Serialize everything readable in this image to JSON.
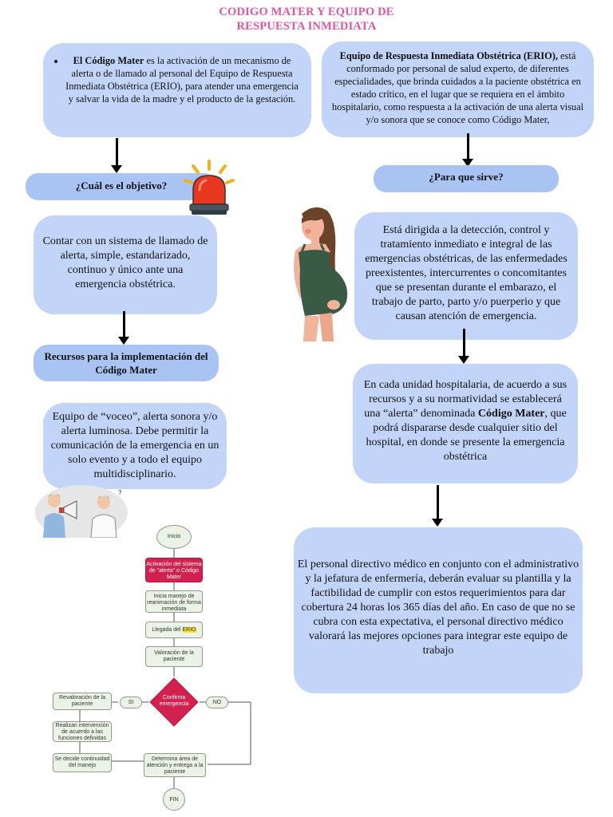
{
  "title": {
    "line1": "CODIGO MATER Y EQUIPO DE",
    "line2": "RESPUESTA INMEDIATA"
  },
  "left": {
    "definition": {
      "bold": "El Código Mater",
      "text": " es la activación de un mecanismo de alerta o de llamado al personal del Equipo de Respuesta Inmediata Obstétrica (ERIO), para atender una emergencia y salvar la vida de la madre y el producto de la gestación."
    },
    "objective_heading": "¿Cuál es el objetivo?",
    "objective_text": "Contar con un sistema de llamado de alerta, simple, estandarizado, continuo y único ante una emergencia obstétrica.",
    "resources_heading": "Recursos para la implementación del Código Mater",
    "resources_text": "Equipo de “voceo”, alerta sonora y/o alerta luminosa. Debe permitir la comunicación de la emergencia en un solo evento y a todo el equipo multidisciplinario."
  },
  "right": {
    "erio": {
      "bold": "Equipo de Respuesta Inmediata Obstétrica (ERIO),",
      "text": " está conformado por personal de salud experto, de diferentes especialidades, que brinda cuidados a la paciente obstétrica en estado crítico, en el lugar que se requiera en el ámbito hospitalario, como respuesta a la activación de una alerta visual y/o sonora que se conoce como Código Mater,"
    },
    "purpose_heading": "¿Para que sirve?",
    "purpose_text": "Está dirigida a la detección, control y tratamiento inmediato e integral de las emergencias obstétricas, de las enfermedades preexistentes, intercurrentes o concomitantes que se presentan durante el embarazo, el trabajo de parto, parto y/o puerperio y que causan atención de emergencia.",
    "unit": {
      "pre": "En cada unidad hospitalaria, de acuerdo a sus recursos y a su normatividad se establecerá una “alerta” denominada ",
      "bold": "Código Mater",
      "post": ", que podrá dispararse desde cualquier sitio del hospital, en donde se presente la emergencia obstétrica"
    },
    "staff_text": "El personal directivo médico en conjunto con el administrativo y la jefatura de enfermería, deberán evaluar su plantilla y la factibilidad de cumplir con estos requerimientos para dar cobertura 24 horas los 365 días del año. En caso de que no se cubra con esta expectativa, el personal directivo médico valorará las mejores opciones para integrar este equipo de trabajo"
  },
  "flowchart": {
    "start": "Inicio",
    "activation": "Activación del sistema de \"alerta\" o Código Mater",
    "start_management": "Inicia manejo de reanimación de forma inmediata",
    "arrival_pre": "Llegada del ",
    "arrival_hl": "ERIO",
    "assessment": "Valoración de la paciente",
    "decision": "Confirma emergencia",
    "yes": "SI",
    "no": "NO",
    "reassess": "Revaloración de la paciente",
    "intervention": "Realizan intervención de acuerdo a las funciones definidas",
    "continuity": "Se decide continuidad del manejo",
    "determine": "Determina área de atención y entrega a la paciente",
    "end": "FIN"
  },
  "colors": {
    "title": "#e8539b",
    "box": "#c2d5f8",
    "pill": "#a9c3f2",
    "flow_red": "#d3214f",
    "flow_node": "#eaf3e6"
  },
  "icons": [
    "siren-icon",
    "pregnant-woman-illustration",
    "megaphone-people-illustration"
  ]
}
